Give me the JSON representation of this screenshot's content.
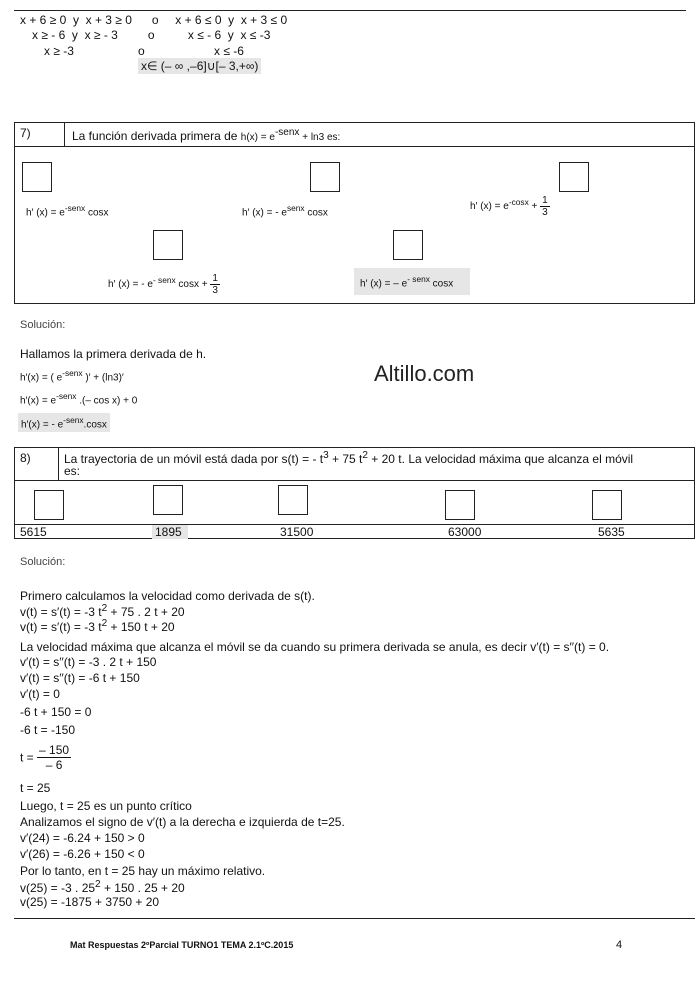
{
  "top": {
    "l1": "x + 6 ≥ 0  y  x + 3 ≥ 0      o     x + 6 ≤ 0  y  x + 3 ≤ 0",
    "l2": "x ≥ - 6  y  x ≥ - 3         o          x ≤ - 6  y  x ≤ -3",
    "l3a": "x ≥ -3",
    "l3b": "o",
    "l3c": "x ≤ -6",
    "l4": "x∈ (– ∞ ,–6]∪[– 3,+∞)"
  },
  "q7": {
    "number": "7)",
    "statement_a": "La función derivada primera de ",
    "statement_fn": "h(x) = e",
    "statement_exp": "-senx",
    "statement_b": " + ln3 es:",
    "opt1": {
      "base": "h′ (x) = e",
      "exp": "-senx",
      "tail": " cosx"
    },
    "opt2": {
      "base": "h′ (x) = - e",
      "exp": "senx",
      "tail": " cosx"
    },
    "opt3": {
      "base": "h′ (x) = e",
      "exp": "-cosx",
      "tail": " +",
      "num": "1",
      "den": "3"
    },
    "opt4": {
      "base": "h′ (x) = - e",
      "exp": "- senx",
      "tail": " cosx +",
      "num": "1",
      "den": "3"
    },
    "opt5": {
      "base": "h′ (x) = – e",
      "exp": "- senx",
      "tail": " cosx"
    }
  },
  "sol7": {
    "label": "Solución:",
    "intro": "Hallamos la primera derivada  de h.",
    "s1a": "h′(x) = ( e",
    "s1exp": "-senx",
    "s1b": " )′ + (ln3)′",
    "s2a": "h′(x) = e",
    "s2exp": "-senx",
    "s2b": " .(– cos x) + 0",
    "s3a": "h′(x) = - e",
    "s3exp": "-senx",
    "s3b": ".cosx"
  },
  "watermark": "Altillo.com",
  "q8": {
    "number": "8)",
    "statement_a": "La trayectoria de un móvil está dada por  s(t) = - t",
    "statement_e1": "3",
    "statement_b": " + 75 t",
    "statement_e2": "2",
    "statement_c": " + 20 t. La velocidad máxima que alcanza el móvil",
    "statement_line2": "es:",
    "options": [
      "5615",
      "1895",
      "31500",
      "63000",
      "5635"
    ]
  },
  "sol8": {
    "label": "Solución:",
    "l1": "Primero calculamos la velocidad como derivada de s(t).",
    "l2a": "v(t) = s′(t) = -3 t",
    "l2e": "2",
    "l2b": " + 75 . 2 t + 20",
    "l3a": "v(t) = s′(t) = -3 t",
    "l3e": "2",
    "l3b": " + 150 t + 20",
    "l4": "La velocidad máxima que alcanza el móvil se da cuando su primera derivada se anula, es decir v′(t) = s′′(t) = 0.",
    "l5": "v′(t) = s′′(t) = -3 . 2 t + 150",
    "l6": "v′(t) = s′′(t) = -6 t + 150",
    "l7": "v′(t) = 0",
    "l8": "-6 t + 150 = 0",
    "l9": "-6 t = -150",
    "l10a": "t = ",
    "l10num": "– 150",
    "l10den": "– 6",
    "l11": "t = 25",
    "l12": "Luego, t = 25 es un punto crítico",
    "l13": "Analizamos el signo de v′(t) a la derecha e izquierda de t=25.",
    "l14": "v′(24) = -6.24 + 150 > 0",
    "l15": "v′(26) = -6.26 + 150 < 0",
    "l16": "Por lo tanto, en t = 25 hay un máximo relativo.",
    "l17a": "v(25) = -3 . 25",
    "l17e": "2",
    "l17b": " + 150 . 25 + 20",
    "l18": "v(25) = -1875 + 3750 + 20"
  },
  "footer": {
    "title": "Mat Respuestas 2ºParcial TURNO1 TEMA 2.1ºC.2015",
    "page": "4"
  }
}
